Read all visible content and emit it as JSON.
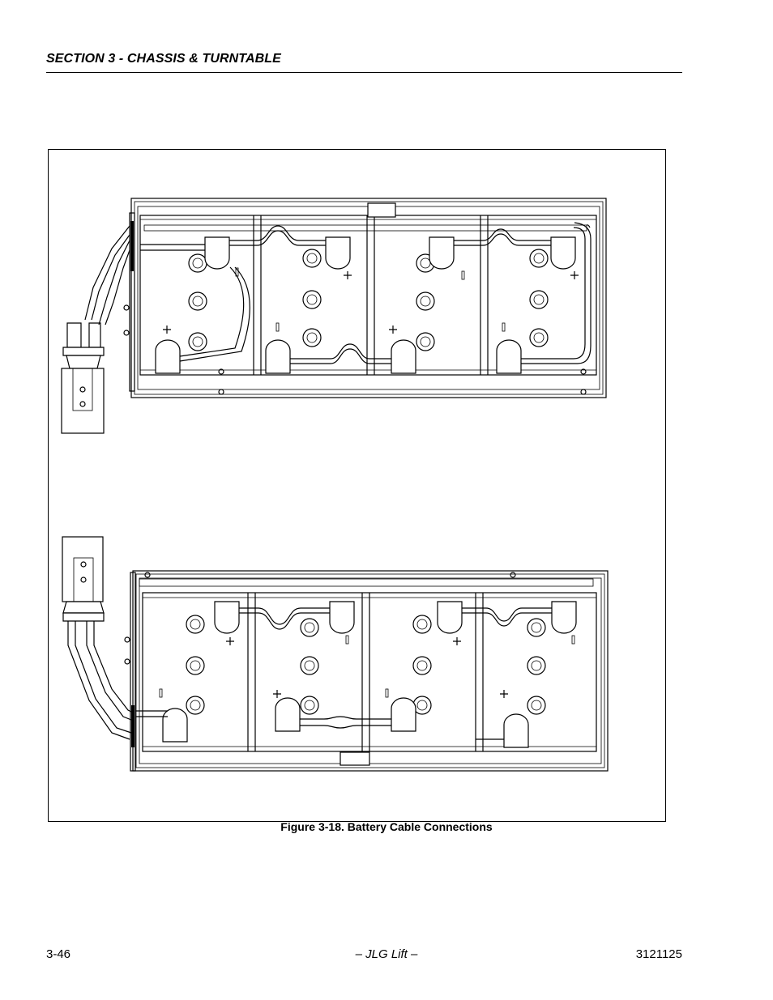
{
  "header": {
    "section_title": "SECTION 3 - CHASSIS & TURNTABLE"
  },
  "figure": {
    "caption": "Figure 3-18.  Battery Cable Connections"
  },
  "footer": {
    "page_number": "3-46",
    "publisher": "– JLG Lift –",
    "doc_number": "3121125"
  }
}
